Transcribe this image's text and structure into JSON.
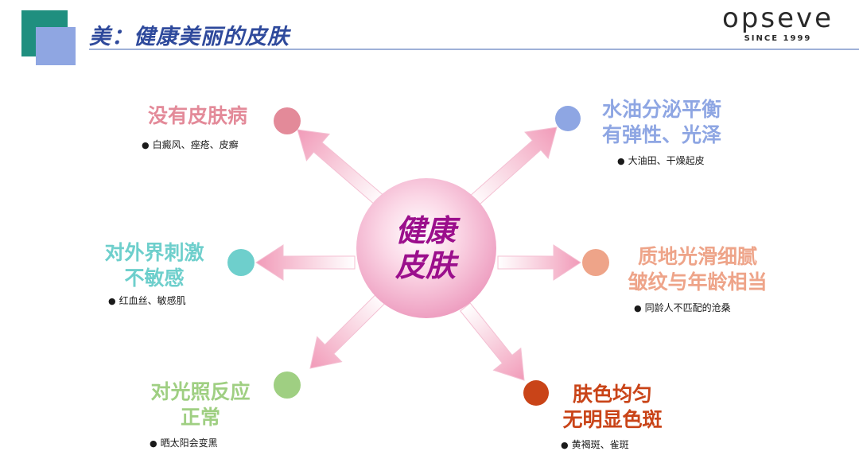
{
  "header": {
    "title": "美：健康美丽的皮肤",
    "logo": {
      "wordmark": "opseve",
      "tagline": "SINCE 1999"
    }
  },
  "center": {
    "line1": "健康",
    "line2": "皮肤"
  },
  "nodes": [
    {
      "id": "top-left",
      "title": [
        "没有皮肤病"
      ],
      "detail": "白癜风、痤疮、皮癣",
      "color": "#e38a99"
    },
    {
      "id": "top-right",
      "title": [
        "水油分泌平衡",
        "有弹性、光泽"
      ],
      "detail": "大油田、干燥起皮",
      "color": "#8ea6e3"
    },
    {
      "id": "mid-left",
      "title": [
        "对外界刺激",
        "不敏感"
      ],
      "detail": "红血丝、敏感肌",
      "color": "#6ecfcc"
    },
    {
      "id": "mid-right",
      "title": [
        "质地光滑细腻",
        "皱纹与年龄相当"
      ],
      "detail": "同龄人不匹配的沧桑",
      "color": "#eea489"
    },
    {
      "id": "bot-left",
      "title": [
        "对光照反应",
        "正常"
      ],
      "detail": "晒太阳会变黑",
      "color": "#9fcf82"
    },
    {
      "id": "bot-right",
      "title": [
        "肤色均匀",
        "无明显色斑"
      ],
      "detail": "黄褐斑、雀斑",
      "color": "#c94418"
    }
  ],
  "colors": {
    "title": "#2f4a9c",
    "arrow": "#f19ab8",
    "center": "#f0a8c6",
    "center_text": "#9b0f8c"
  }
}
